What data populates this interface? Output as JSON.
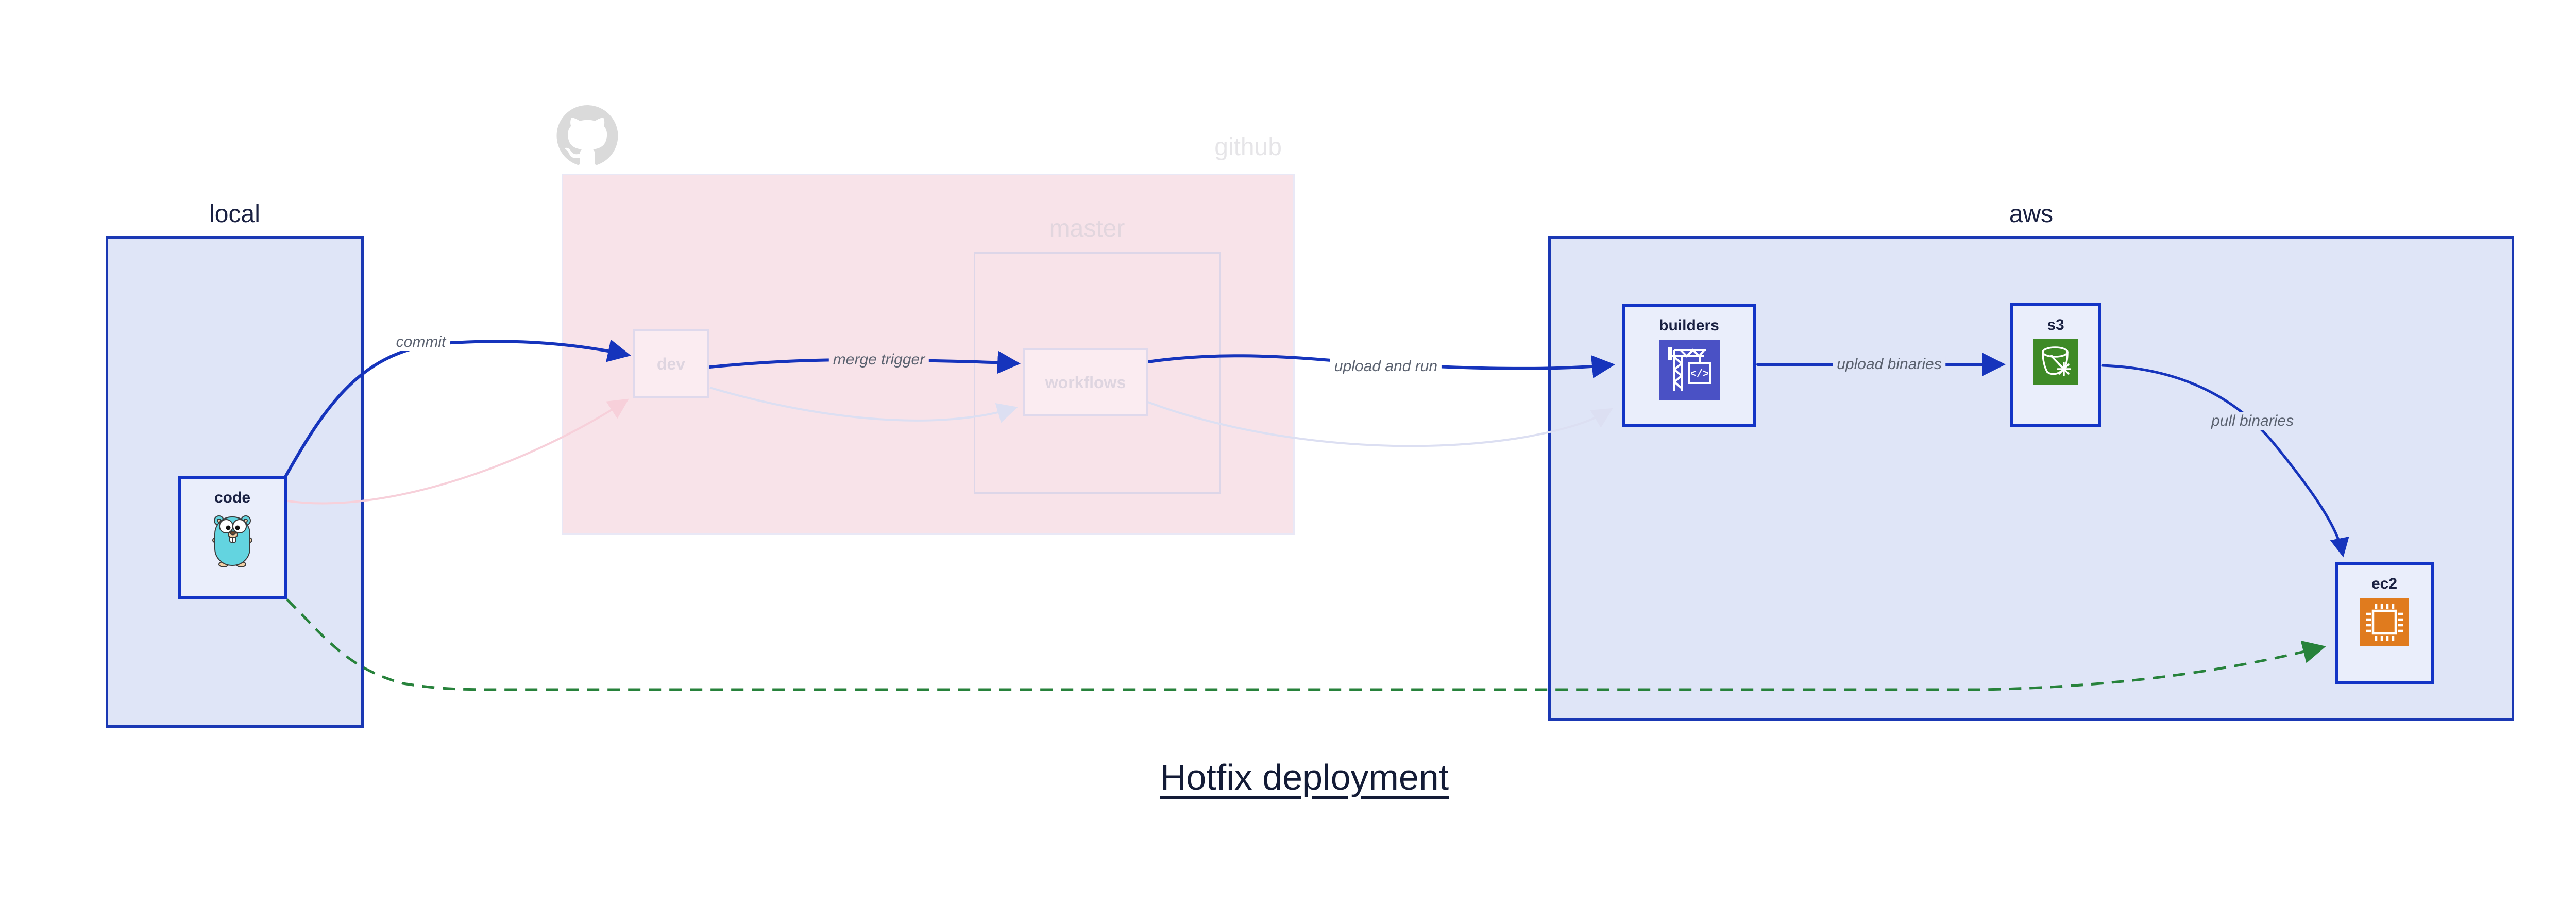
{
  "title": "Hotfix deployment",
  "groups": {
    "local": {
      "label": "local"
    },
    "github": {
      "label": "github"
    },
    "master": {
      "label": "master"
    },
    "aws": {
      "label": "aws"
    }
  },
  "nodes": {
    "code": {
      "label": "code",
      "icon": "go-gopher-icon"
    },
    "dev": {
      "label": "dev"
    },
    "workflows": {
      "label": "workflows"
    },
    "builders": {
      "label": "builders",
      "icon": "codebuild-crane-icon"
    },
    "s3": {
      "label": "s3",
      "icon": "s3-bucket-icon"
    },
    "ec2": {
      "label": "ec2",
      "icon": "ec2-chip-icon"
    }
  },
  "edges": {
    "commit": {
      "label": "commit"
    },
    "merge_trigger": {
      "label": "merge trigger"
    },
    "upload_and_run": {
      "label": "upload and run"
    },
    "upload_binaries": {
      "label": "upload binaries"
    },
    "pull_binaries": {
      "label": "pull binaries"
    },
    "hotfix_dashed": {
      "label": ""
    }
  },
  "colors": {
    "group_fill_blue": "#dfe5f7",
    "group_border_blue": "#1a38b4",
    "node_fill": "#eaeefb",
    "node_border": "#1334c6",
    "arrow_blue": "#1634bc",
    "github_fill_pink": "#f8e3e9",
    "github_border": "#e9e8f6",
    "master_border": "#ddd6e8",
    "faded_node_border": "#dfd9ec",
    "faded_text": "#ded5e0",
    "faded_arrow_lavender": "#dcdff2",
    "faded_arrow_pink": "#f7d0da",
    "hotfix_green": "#27823b",
    "octocat_gray": "#dadada",
    "codebuild_indigo": "#4a51c5",
    "s3_green": "#3e8a26",
    "ec2_orange": "#e07b1e",
    "edge_label_gray": "#5b6270",
    "title_navy": "#131b36"
  }
}
